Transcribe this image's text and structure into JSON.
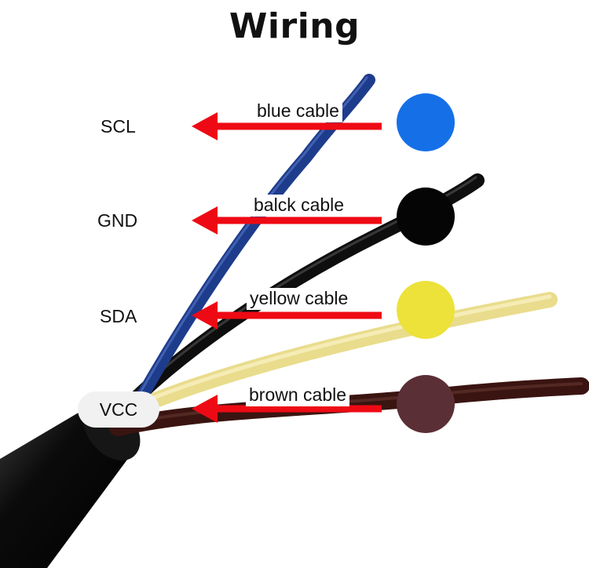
{
  "title": "Wiring",
  "pins": {
    "scl": "SCL",
    "gnd": "GND",
    "sda": "SDA",
    "vcc": "VCC"
  },
  "cables": [
    {
      "label": "blue cable",
      "color": "#1570e8"
    },
    {
      "label": "balck cable",
      "color": "#050505"
    },
    {
      "label": "yellow cable",
      "color": "#ece23a"
    },
    {
      "label": "brown cable",
      "color": "#5a2f35"
    }
  ],
  "arrow_color": "#ee0a14",
  "wire_colors": {
    "jacket": "#0b0b0b",
    "blue": "#1e3c8c",
    "black": "#111111",
    "yellow": "#f0e39a",
    "brown": "#3a1410"
  }
}
